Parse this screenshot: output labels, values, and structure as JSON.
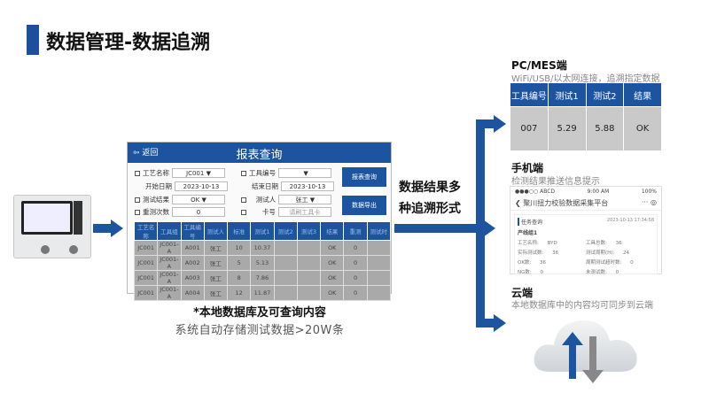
{
  "slide": {
    "title": "数据管理-数据追溯",
    "middle_text_line1": "数据结果多",
    "middle_text_line2": "种追溯形式",
    "accent_color": "#1c54a0"
  },
  "report": {
    "back": "返回",
    "title": "报表查询",
    "fields": {
      "process_label": "工艺名称",
      "process_value": "JC001",
      "tool_no_label": "工具编号",
      "tool_no_value": "",
      "start_label": "开始日期",
      "start_value": "2023-10-13",
      "end_label": "结束日期",
      "end_value": "2023-10-13",
      "result_label": "测试结果",
      "result_value": "OK",
      "tester_label": "测试人",
      "tester_value": "张工",
      "retest_label": "重测次数",
      "retest_value": "0",
      "card_label": "卡号",
      "card_placeholder": "请刷工具卡"
    },
    "query_button": "报表查询",
    "export_button": "数据导出",
    "columns": [
      "工艺名称",
      "工具组",
      "工具编号",
      "测试人",
      "标准",
      "测试1",
      "测试2",
      "测试3",
      "结果",
      "重测",
      "测试时"
    ],
    "rows": [
      [
        "JC001",
        "JC001-A",
        "A001",
        "张工",
        "10",
        "10.37",
        "",
        "",
        "OK",
        "0",
        ""
      ],
      [
        "JC001",
        "JC001-A",
        "A002",
        "张工",
        "5",
        "5.13",
        "",
        "",
        "OK",
        "0",
        ""
      ],
      [
        "JC001",
        "JC001-A",
        "A003",
        "张工",
        "8",
        "7.86",
        "",
        "",
        "OK",
        "0",
        ""
      ],
      [
        "JC001",
        "JC001-A",
        "A004",
        "张工",
        "12",
        "11.87",
        "",
        "",
        "OK",
        "0",
        ""
      ]
    ],
    "caption1": "*本地数据库及可查询内容",
    "caption2": "系统自动存储测试数据>20W条"
  },
  "pc": {
    "title": "PC/MES端",
    "subtitle": "WiFi/USB/以太网连接，追溯指定数据",
    "columns": [
      "工具编号",
      "测试1",
      "测试2",
      "结果"
    ],
    "row": [
      "007",
      "5.29",
      "5.88",
      "OK"
    ]
  },
  "mobile": {
    "title": "手机端",
    "subtitle": "检测结果推送信息提示",
    "status_left": "●●●○○ ABCD",
    "status_time": "9:00 AM",
    "status_right": "100%",
    "app_title": "聚川扭力校验数据采集平台",
    "card_title": "任务查询",
    "timestamp": "2023-10-13 17:34:58",
    "group": "产线组1",
    "stats": [
      [
        "工艺名称:",
        "BYD"
      ],
      [
        "工具总数:",
        "36"
      ],
      [
        "实际测试数:",
        "36"
      ],
      [
        "测试周期(H):",
        "24"
      ],
      [
        "OK数:",
        "36"
      ],
      [
        "周期测试超时数:",
        "0"
      ],
      [
        "NG数:",
        "0"
      ],
      [
        "未测试数:",
        "0"
      ]
    ]
  },
  "cloud": {
    "title": "云端",
    "subtitle": "本地数据库中的内容均可同步到云端"
  }
}
